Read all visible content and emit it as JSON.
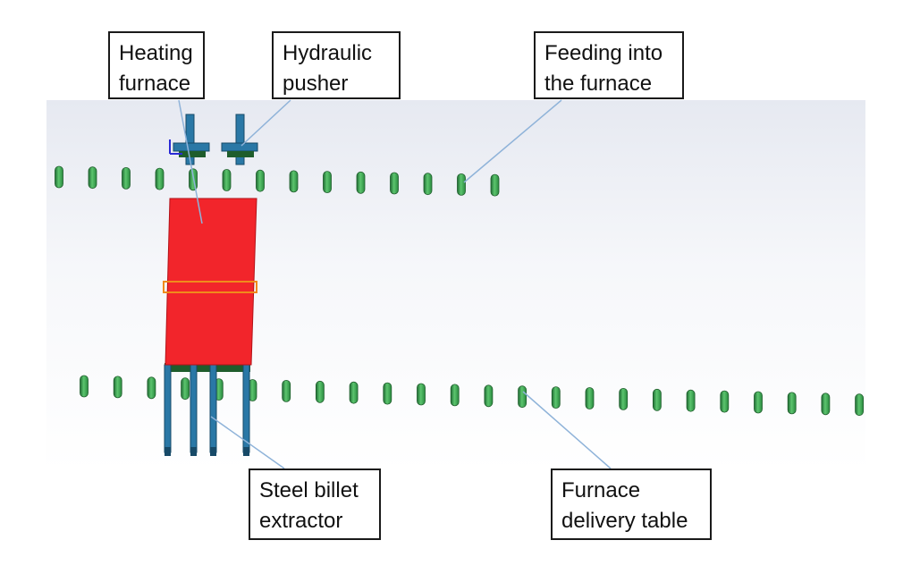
{
  "labels": {
    "heating_furnace": [
      "Heating",
      "furnace"
    ],
    "hydraulic_pusher": [
      "Hydraulic",
      "pusher"
    ],
    "feeding": [
      "Feeding into",
      "the furnace"
    ],
    "extractor": [
      "Steel billet",
      "extractor"
    ],
    "delivery_table": [
      "Furnace",
      "delivery table"
    ]
  },
  "colors": {
    "furnace": "#f2252b",
    "roller": "#3ea852",
    "roller_edge": "#1f5d2c",
    "machine": "#2a78a6",
    "machine_dark": "#174a68",
    "leader_line": "#8fb3d9",
    "highlight": "#f08a1c"
  },
  "counts": {
    "upper_rollers": 14,
    "lower_rollers": 24,
    "extractor_arms": 4
  }
}
